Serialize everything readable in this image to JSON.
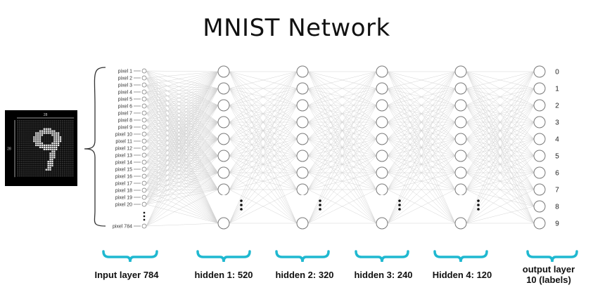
{
  "title": "MNIST Network",
  "input_image": {
    "digit": "9",
    "width_label": "28",
    "height_label": "28"
  },
  "input_pixels": {
    "labels": [
      "pixel 1",
      "pixel 2",
      "pixel 3",
      "pixel 4",
      "pixel 5",
      "pixel 6",
      "pixel 7",
      "pixel 8",
      "pixel 9",
      "pixel 10",
      "pixel 11",
      "pixel 12",
      "pixel 13",
      "pixel 14",
      "pixel 15",
      "pixel 16",
      "pixel 17",
      "pixel 18",
      "pixel 19",
      "pixel 20"
    ],
    "last_label": "pixel 784"
  },
  "hidden_layers": [
    {
      "name": "hidden 1",
      "size": 520
    },
    {
      "name": "hidden 2",
      "size": 320
    },
    {
      "name": "hidden 3",
      "size": 240
    },
    {
      "name": "Hidden 4",
      "size": 120
    }
  ],
  "output_nodes": [
    "0",
    "1",
    "2",
    "3",
    "4",
    "5",
    "6",
    "7",
    "8",
    "9"
  ],
  "layer_labels": [
    {
      "id": "input",
      "text": "Input layer 784"
    },
    {
      "id": "hidden1",
      "text": "hidden 1: 520"
    },
    {
      "id": "hidden2",
      "text": "hidden 2: 320"
    },
    {
      "id": "hidden3",
      "text": "hidden 3: 240"
    },
    {
      "id": "hidden4",
      "text": "Hidden 4: 120"
    },
    {
      "id": "output",
      "text": "output layer\n10 (labels)",
      "line1": "output layer",
      "line2": "10 (labels)"
    }
  ],
  "colors": {
    "accent_brace": "#1fb8d0",
    "node_stroke": "#777777",
    "edge": "#cfcfcf",
    "text": "#111111"
  }
}
